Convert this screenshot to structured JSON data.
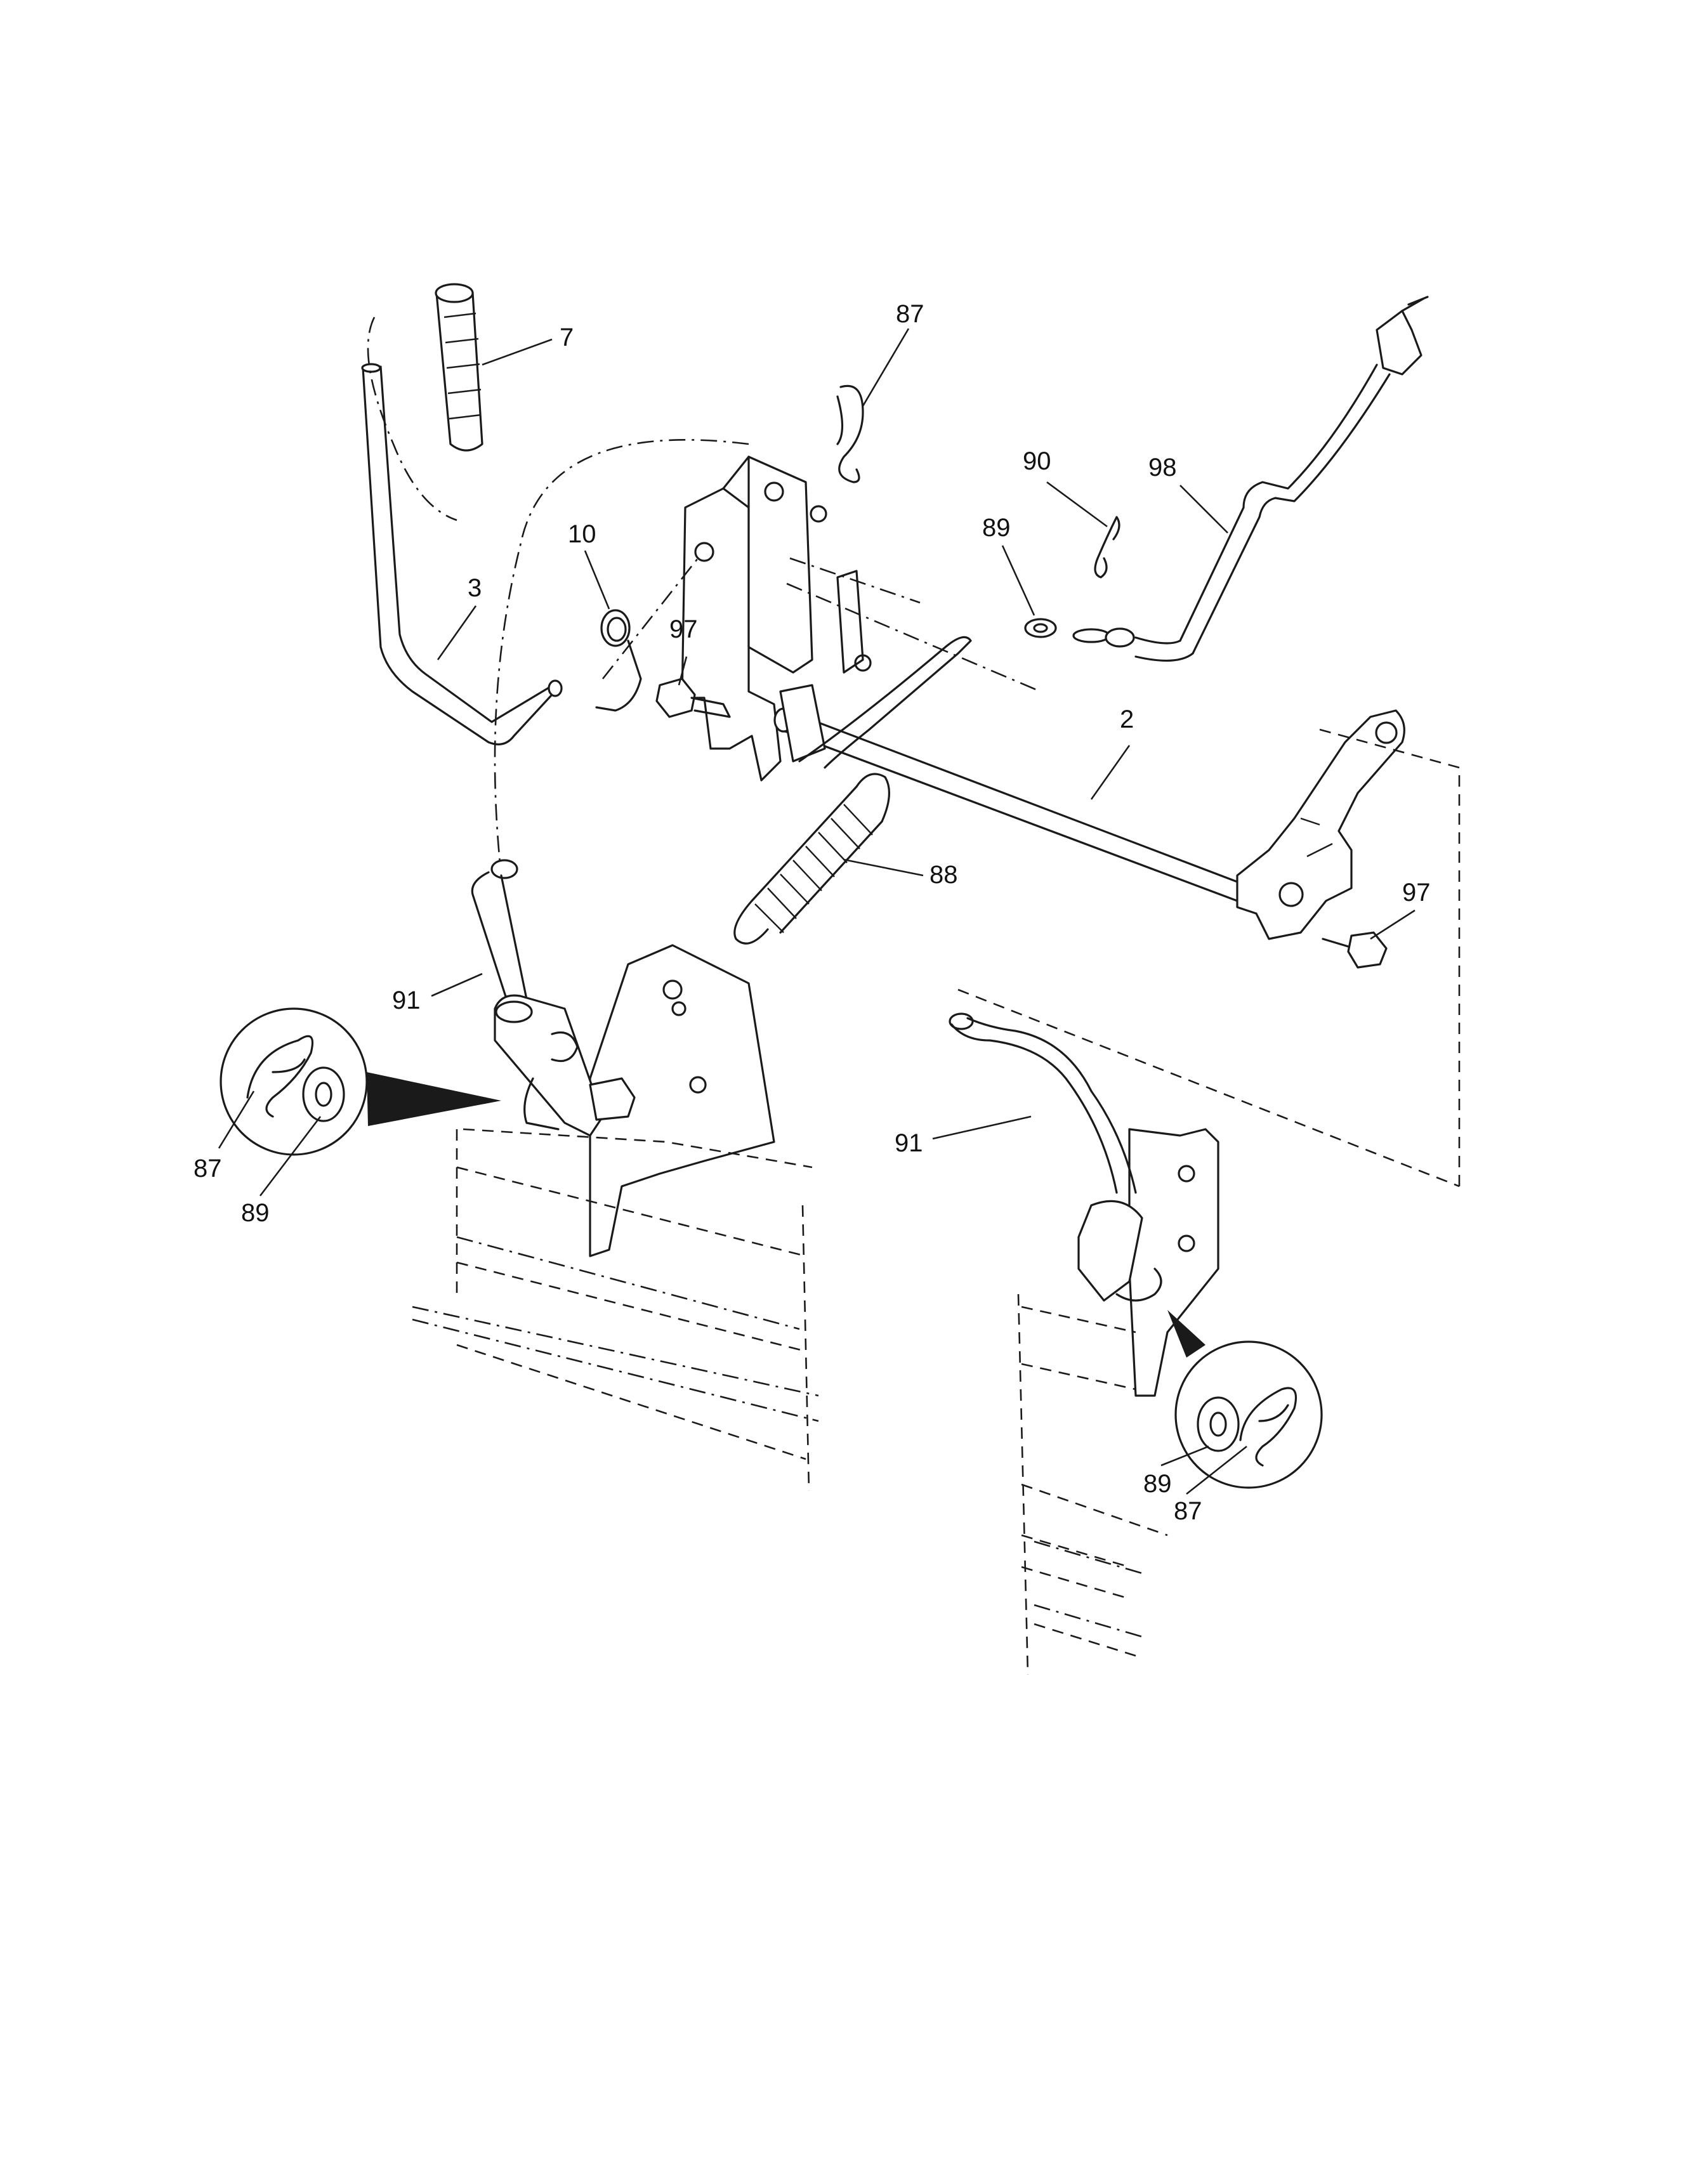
{
  "callouts": {
    "c7": "7",
    "c87_top": "87",
    "c90": "90",
    "c98": "98",
    "c89_top": "89",
    "c10": "10",
    "c3": "3",
    "c97_left": "97",
    "c2": "2",
    "c88": "88",
    "c97_right": "97",
    "c91_left": "91",
    "c87_left": "87",
    "c89_left": "89",
    "c91_right": "91",
    "c89_right": "89",
    "c87_right": "87"
  }
}
